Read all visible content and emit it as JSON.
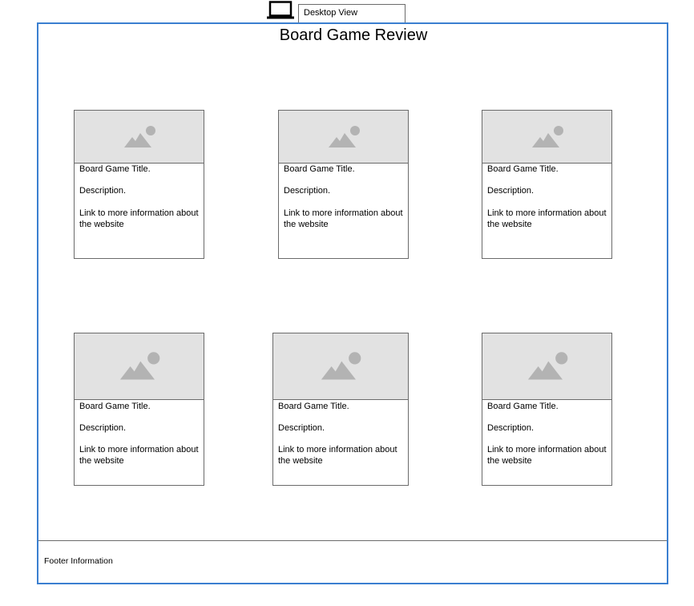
{
  "header": {
    "view_label": "Desktop View"
  },
  "page": {
    "title": "Board Game Review"
  },
  "cards": [
    {
      "title": "Board Game Title.",
      "description": "Description.",
      "link": "Link to more information about the website"
    },
    {
      "title": "Board Game Title.",
      "description": "Description.",
      "link": "Link to more information about the website"
    },
    {
      "title": "Board Game Title.",
      "description": "Description.",
      "link": "Link to more information about the website"
    },
    {
      "title": "Board Game Title.",
      "description": "Description.",
      "link": "Link to more information about the website"
    },
    {
      "title": "Board Game Title.",
      "description": "Description.",
      "link": "Link to more information about the website"
    },
    {
      "title": "Board Game Title.",
      "description": "Description.",
      "link": "Link to more information about the website"
    }
  ],
  "footer": {
    "text": "Footer Information"
  },
  "icons": {
    "device": "laptop-icon",
    "card_image": "image-placeholder-icon"
  },
  "colors": {
    "frame_border": "#3b7fd0",
    "image_placeholder": "#e2e2e2"
  }
}
